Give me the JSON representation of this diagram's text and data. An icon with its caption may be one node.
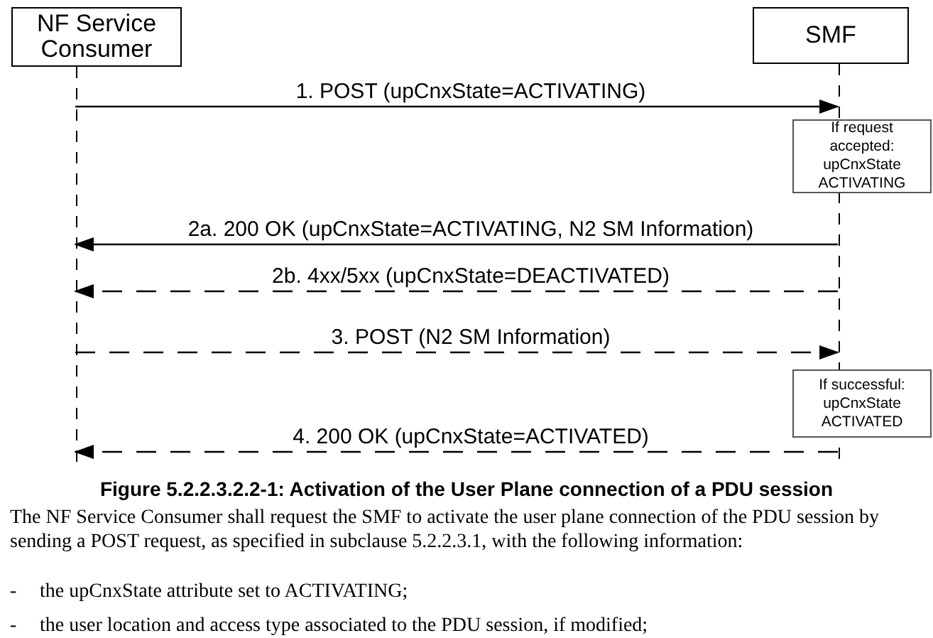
{
  "diagram": {
    "caption": "Figure 5.2.2.3.2.2-1: Activation of the User Plane connection of a PDU session",
    "nodes": [
      {
        "text": [
          "NF Service Consumer"
        ]
      },
      {
        "text": [
          "SMF"
        ]
      },
      {
        "text": [
          "If request accepted: upCnxState ACTIVATING"
        ]
      },
      {
        "text": [
          "If successful: upCnxState ACTIVATED"
        ]
      }
    ],
    "edges": [
      {
        "from": 0,
        "to": 1,
        "arrow": "to",
        "label": "1. POST (upCnxState=ACTIVATING)"
      },
      {
        "from": 1,
        "to": 0,
        "arrow": "to",
        "label": "2a. 200 OK (upCnxState=ACTIVATING, N2 SM Information)"
      },
      {
        "from": 1,
        "to": 0,
        "arrow": "to",
        "label": "2b. 4xx/5xx (upCnxState=DEACTIVATED)",
        "style": "dashed"
      },
      {
        "from": 0,
        "to": 1,
        "arrow": "to",
        "label": "3. POST (N2 SM Information)",
        "style": "dashed"
      },
      {
        "from": 1,
        "to": 0,
        "arrow": "to",
        "label": "4. 200 OK (upCnxState=ACTIVATED)",
        "style": "dashed"
      }
    ],
    "labels": [
      "The NF Service Consumer shall request the SMF to activate the user plane connection of the PDU session by sending a POST request, as specified in subclause 5.2.2.3.1, with the following information:",
      "-",
      "the upCnxState attribute set to ACTIVATING;",
      "-",
      "the user location and access type associated to the PDU session, if modified;"
    ]
  }
}
